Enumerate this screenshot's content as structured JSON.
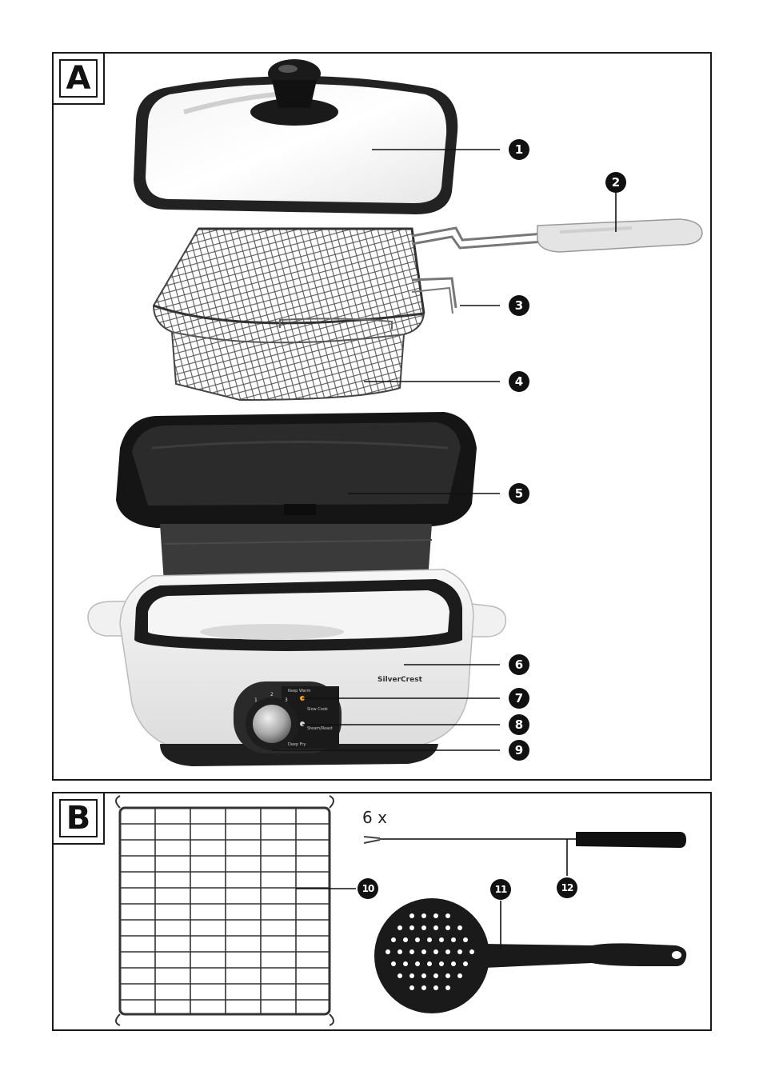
{
  "panels": {
    "a": {
      "label": "A"
    },
    "b": {
      "label": "B"
    }
  },
  "callouts": [
    "1",
    "2",
    "3",
    "4",
    "5",
    "6",
    "7",
    "8",
    "9",
    "10",
    "11",
    "12"
  ],
  "brand": "SilverCrest",
  "dial": {
    "marks": [
      "1",
      "2",
      "3"
    ],
    "settings": [
      "Keep Warm",
      "Slow Cook",
      "Steam/Roast",
      "Deep Fry"
    ]
  },
  "forks_quantity": "6 x"
}
